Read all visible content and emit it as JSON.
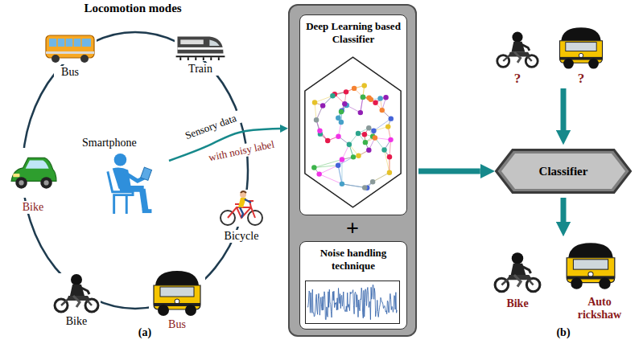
{
  "diagram": {
    "title": "Locomotion modes",
    "nodes": [
      {
        "text": [
          "Smartphone"
        ]
      },
      {
        "text": [
          "+"
        ]
      },
      {
        "text": [
          "Deep Learning based Classifier"
        ],
        "in": 1
      },
      {
        "text": [
          "Noise handling technique"
        ],
        "in": 1
      },
      {
        "text": [
          "Classifier"
        ]
      }
    ],
    "edges": [
      {
        "from": 0,
        "to": 1,
        "arrow": "to",
        "label": "Sensory data"
      },
      {
        "from": 1,
        "to": 4,
        "arrow": "to"
      }
    ],
    "labels": [
      "Bus",
      "Train",
      "Bike",
      "Bicycle",
      "Bike",
      "Bus",
      "with noisy label",
      "(a)",
      "?",
      "?",
      "Bike",
      "Auto rickshaw",
      "(b)"
    ]
  }
}
